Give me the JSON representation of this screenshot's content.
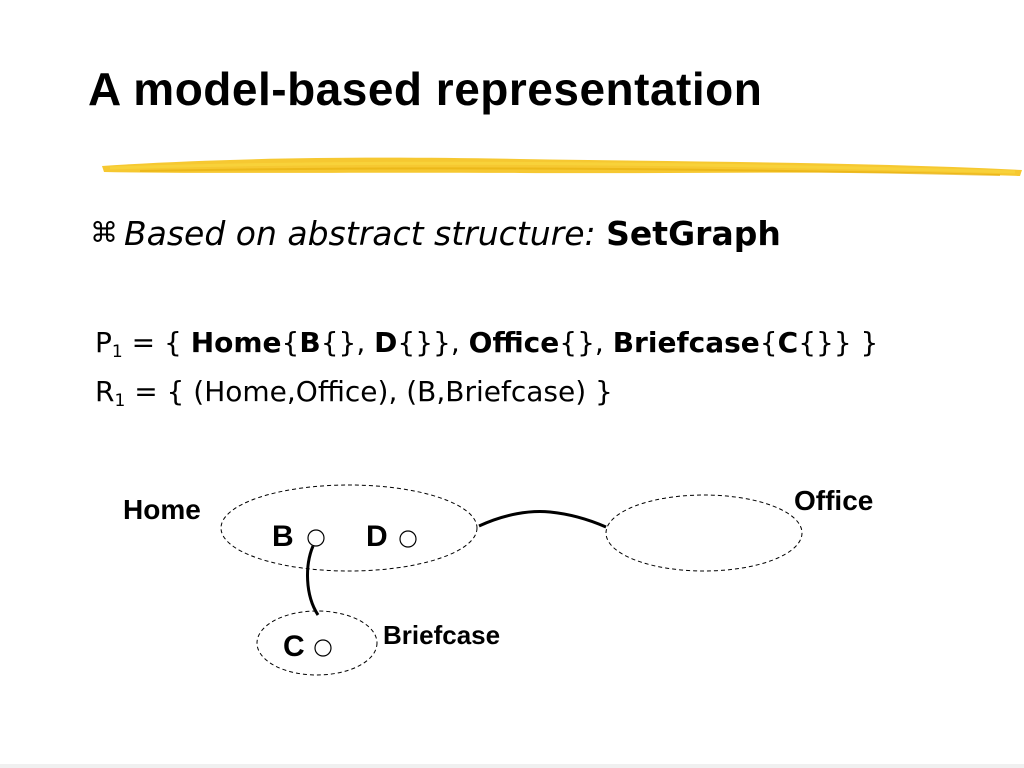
{
  "slide": {
    "title": "A model-based representation",
    "accent_color": "#f5c21b"
  },
  "bullet": {
    "icon": "bullet-z-icon",
    "glyph": "⌘",
    "italic_text": "Based on abstract structure:",
    "bold_text": "SetGraph"
  },
  "formula_p": {
    "var": "P",
    "sub": "1",
    "eq": " = { ",
    "home": "Home",
    "b1": "{",
    "b": "B",
    "b2": "{}, ",
    "d": "D",
    "b3": "{}}, ",
    "office": "Office",
    "b4": "{}, ",
    "briefcase": "Briefcase",
    "b5": "{",
    "c": "C",
    "b6": "{}} }"
  },
  "formula_r": {
    "var": "R",
    "sub": "1",
    "rest": " = { (Home,Office), (B,Briefcase) }"
  },
  "diagram": {
    "home_label": "Home",
    "office_label": "Office",
    "briefcase_label": "Briefcase",
    "b_label": "B",
    "d_label": "D",
    "c_label": "C"
  }
}
